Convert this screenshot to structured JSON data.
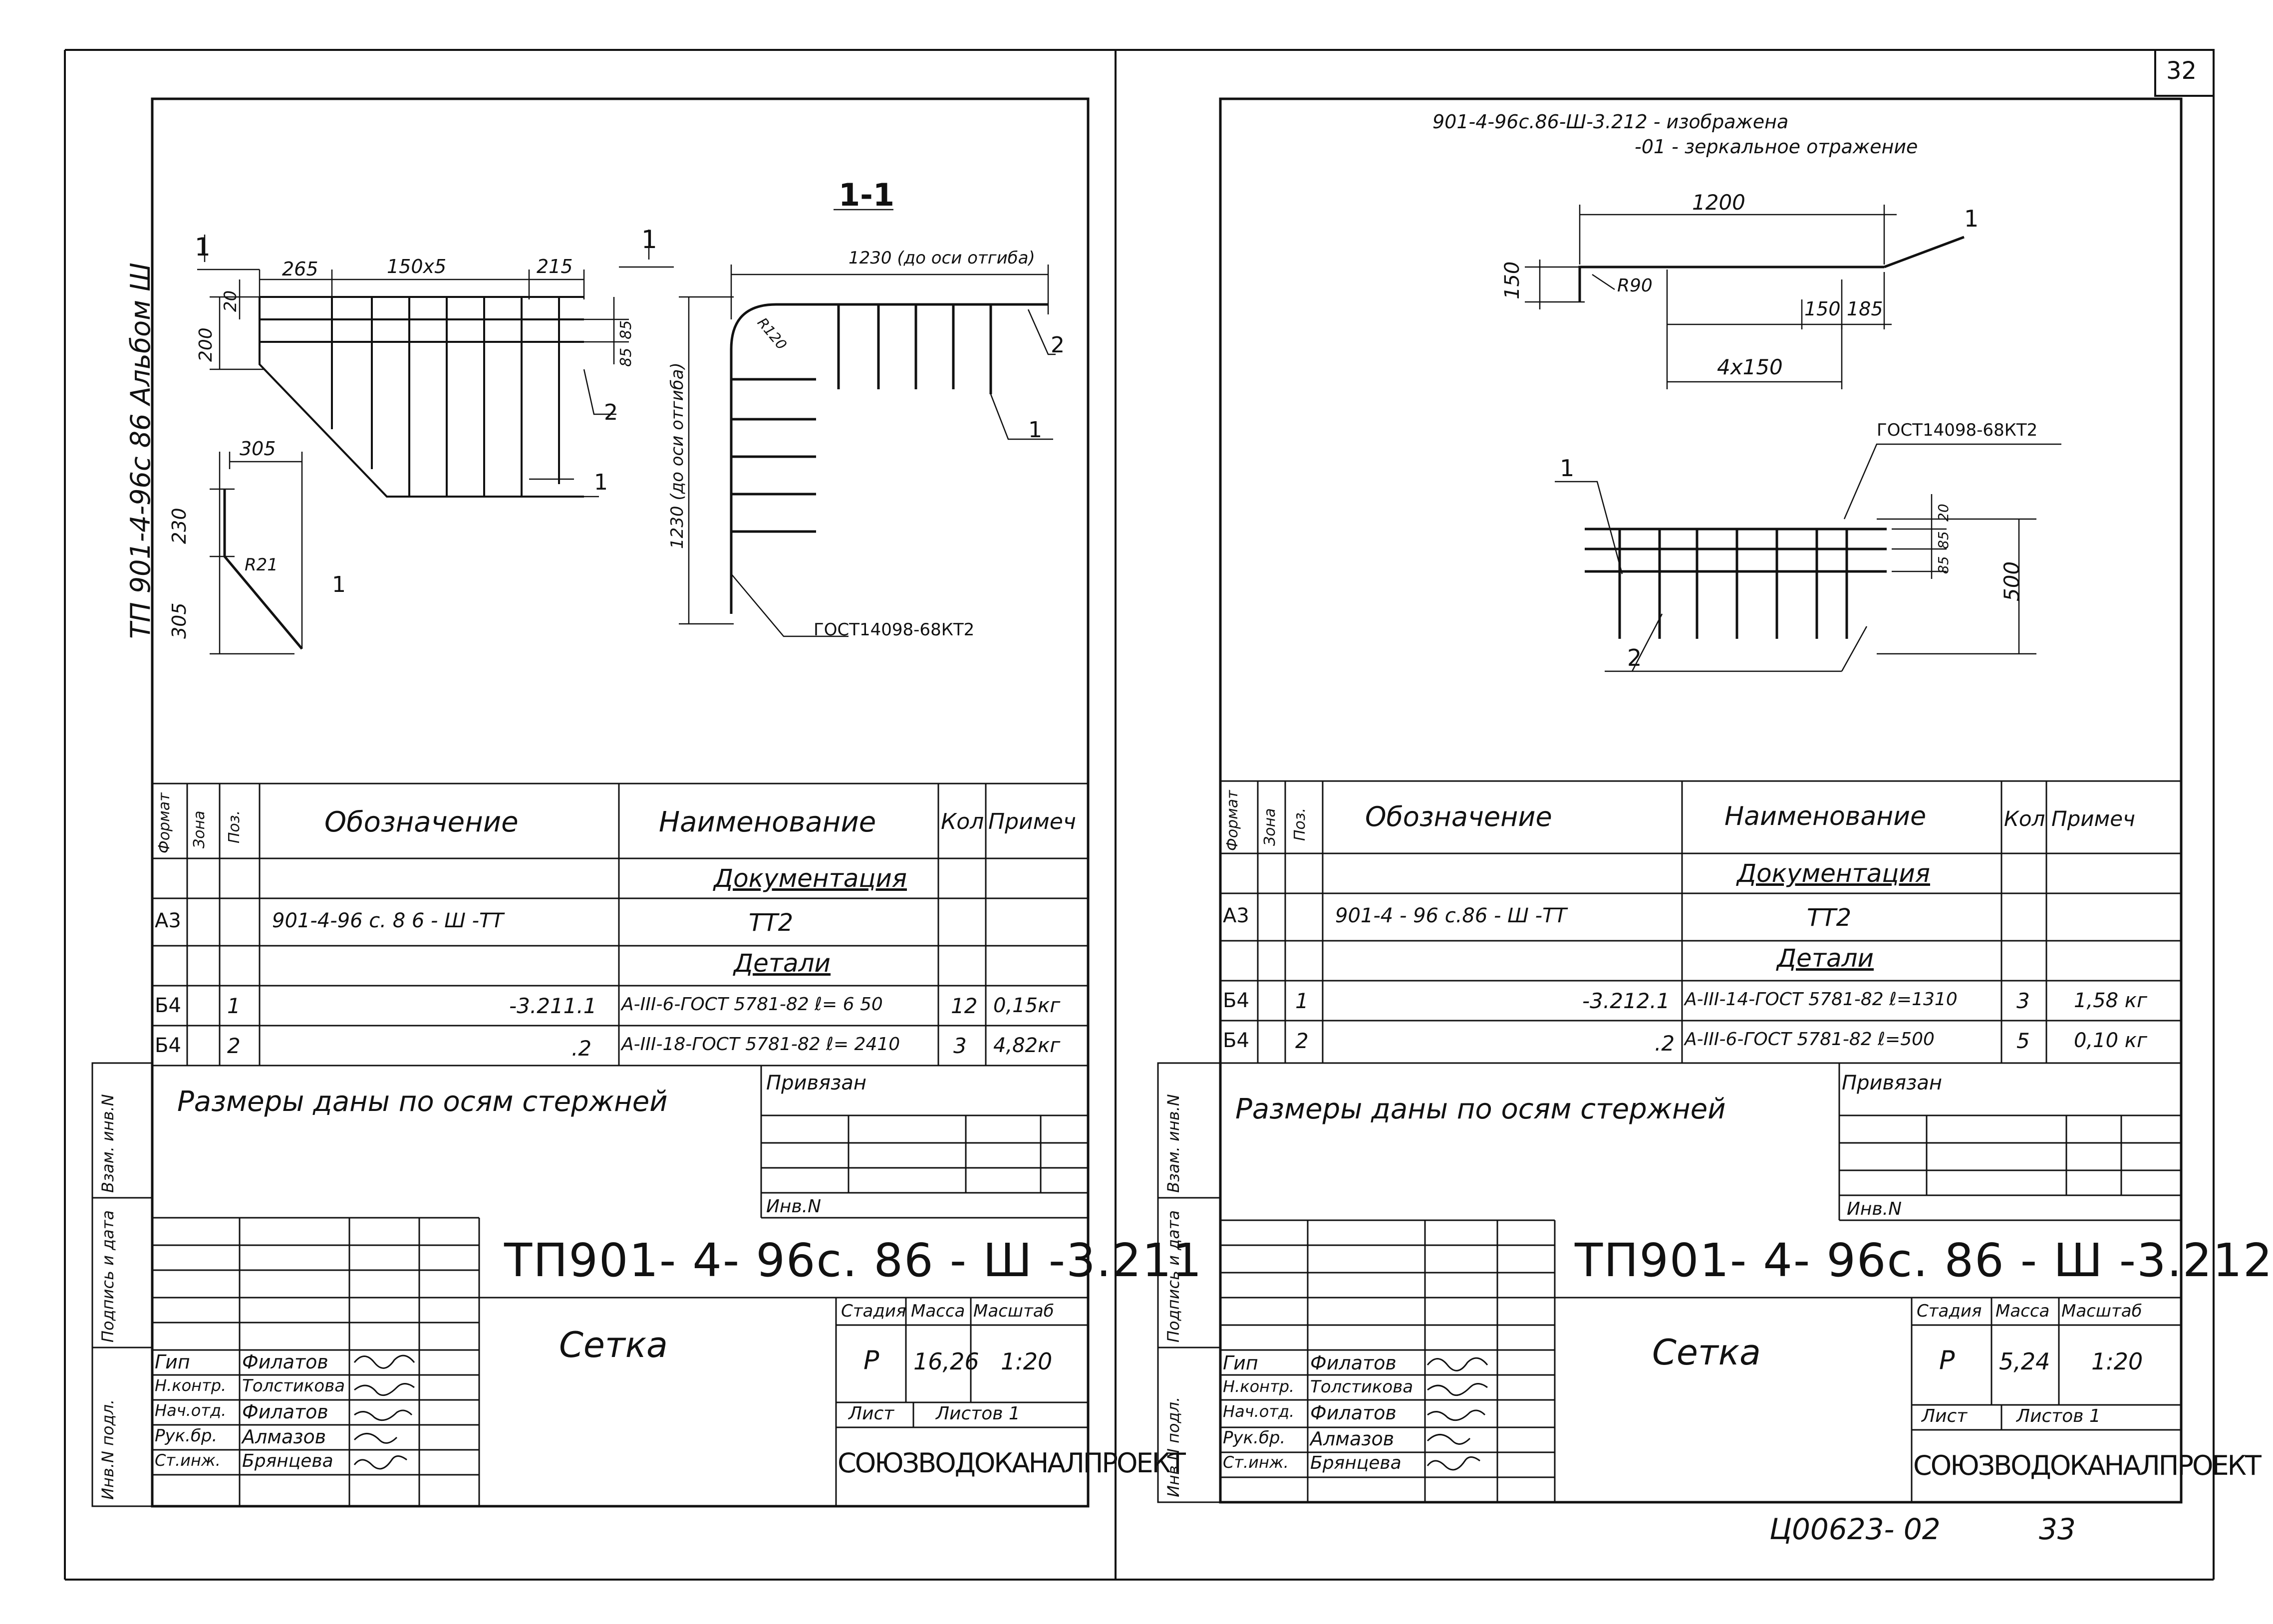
{
  "page_number": "32",
  "bottom_code": "Ц00623- 02",
  "bottom_page": "33",
  "left_sheet": {
    "album_label": "ТП 901-4-96с 86   Альбом Ш",
    "section_label": "1-1",
    "section_marker": "1",
    "dims": {
      "d265": "265",
      "d150x5": "150x5",
      "d215": "215",
      "d20": "20",
      "d200": "200",
      "d85a": "85",
      "d85b": "85",
      "d305top": "305",
      "d230": "230",
      "d305": "305",
      "r21": "R21",
      "r120": "R120",
      "d1230": "1230 (до оси отгиба)",
      "d1230v": "1230 (до оси отгиба)"
    },
    "leaders": {
      "l1a": "1",
      "l2a": "2",
      "l1b": "1",
      "l2b": "2",
      "l1c": "1",
      "l1d": "1"
    },
    "gost": "ГОСТ14098-68КТ2",
    "table": {
      "headers": {
        "format": "Формат",
        "zone": "Зона",
        "pos": "Поз.",
        "designation": "Обозначение",
        "name": "Наименование",
        "qty": "Кол",
        "note": "Примеч"
      },
      "documentation_title": "Документация",
      "doc_row": {
        "format": "А3",
        "designation": "901-4-96 с. 8 6  - Ш -ТТ",
        "name": "ТТ2"
      },
      "parts_title": "Детали",
      "rows": [
        {
          "format": "Б4",
          "pos": "1",
          "designation": "-3.211.1",
          "name": "А-III-6-ГОСТ 5781-82  ℓ= 6 50",
          "qty": "12",
          "note": "0,15кг"
        },
        {
          "format": "Б4",
          "pos": "2",
          "designation": ".2",
          "name": "А-III-18-ГОСТ 5781-82  ℓ= 2410",
          "qty": "3",
          "note": "4,82кг"
        }
      ]
    },
    "side_labels": {
      "inv_vzam": "Взам. инв.N",
      "sign_date": "Подпись и дата",
      "inv_podl": "Инв.N подл."
    },
    "note_text": "Размеры даны по осям стержней",
    "privyazan": "Привязан",
    "inv_n": "Инв.N",
    "doc_code": "ТП901- 4- 96с. 86 - Ш -3.211",
    "title": "Сетка",
    "stage_hdr": "Стадия",
    "mass_hdr": "Масса",
    "scale_hdr": "Масштаб",
    "stage": "Р",
    "mass": "16,26",
    "scale": "1:20",
    "sheet_lbl": "Лист",
    "sheets_lbl": "Листов 1",
    "org": "СОЮЗВОДОКАНАЛПРОЕКТ",
    "signatures": [
      {
        "role": "Гип",
        "name": "Филатов"
      },
      {
        "role": "Н.контр.",
        "name": "Толстикова"
      },
      {
        "role": "Нач.отд.",
        "name": "Филатов"
      },
      {
        "role": "Рук.бр.",
        "name": "Алмазов"
      },
      {
        "role": "Ст.инж.",
        "name": "Брянцева"
      }
    ]
  },
  "right_sheet": {
    "header_line1": "901-4-96с.86-Ш-3.212 - изображена",
    "header_line2": "-01 - зеркальное отражение",
    "dims": {
      "d1200": "1200",
      "d150v": "150",
      "r90": "R90",
      "d150": "150",
      "d185": "185",
      "d4x150": "4x150",
      "d20": "20",
      "d85a": "85",
      "d85b": "85",
      "d500": "500"
    },
    "leaders": {
      "l1a": "1",
      "l1b": "1",
      "l2": "2"
    },
    "gost": "ГОСТ14098-68КТ2",
    "table": {
      "headers": {
        "format": "Формат",
        "zone": "Зона",
        "pos": "Поз.",
        "designation": "Обозначение",
        "name": "Наименование",
        "qty": "Кол",
        "note": "Примеч"
      },
      "documentation_title": "Документация",
      "doc_row": {
        "format": "А3",
        "designation": "901-4 - 96 с.86 - Ш -ТТ",
        "name": "ТТ2"
      },
      "parts_title": "Детали",
      "rows": [
        {
          "format": "Б4",
          "pos": "1",
          "designation": "-3.212.1",
          "name": "А-III-14-ГОСТ 5781-82  ℓ=1310",
          "qty": "3",
          "note": "1,58 кг"
        },
        {
          "format": "Б4",
          "pos": "2",
          "designation": ".2",
          "name": "А-III-6-ГОСТ 5781-82  ℓ=500",
          "qty": "5",
          "note": "0,10 кг"
        }
      ]
    },
    "side_labels": {
      "inv_vzam": "Взам. инв.N",
      "sign_date": "Подпись и дата",
      "inv_podl": "Инв.N подл."
    },
    "note_text": "Размеры даны по осям стержней",
    "privyazan": "Привязан",
    "inv_n": "Инв.N",
    "doc_code": "ТП901- 4- 96с. 86 - Ш -3.212",
    "title": "Сетка",
    "stage_hdr": "Стадия",
    "mass_hdr": "Масса",
    "scale_hdr": "Масштаб",
    "stage": "Р",
    "mass": "5,24",
    "scale": "1:20",
    "sheet_lbl": "Лист",
    "sheets_lbl": "Листов 1",
    "org": "СОЮЗВОДОКАНАЛПРОЕКТ",
    "signatures": [
      {
        "role": "Гип",
        "name": "Филатов"
      },
      {
        "role": "Н.контр.",
        "name": "Толстикова"
      },
      {
        "role": "Нач.отд.",
        "name": "Филатов"
      },
      {
        "role": "Рук.бр.",
        "name": "Алмазов"
      },
      {
        "role": "Ст.инж.",
        "name": "Брянцева"
      }
    ]
  }
}
